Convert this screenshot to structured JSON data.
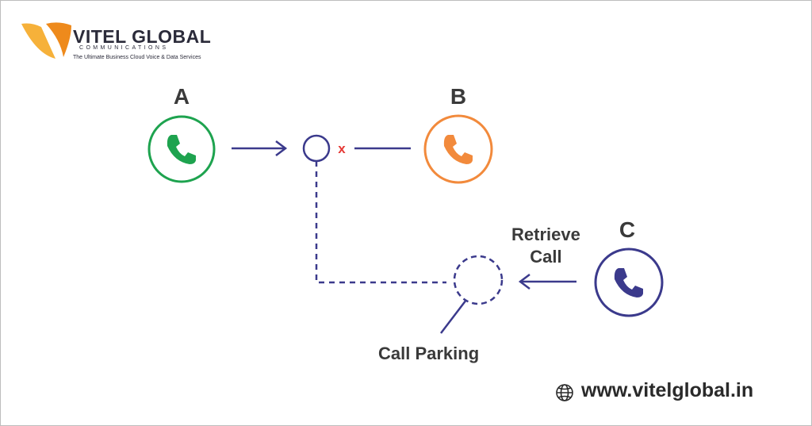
{
  "brand": {
    "name": "VITEL GLOBAL",
    "sub": "COMMUNICATIONS",
    "tagline": "The Ultimate Business Cloud Voice & Data Services",
    "logo_icon": "vitel-swoosh-logo",
    "colors": {
      "logo_orange": "#f39a1e",
      "text": "#2b2b3a"
    }
  },
  "nodes": [
    {
      "id": "A",
      "label": "A",
      "icon": "phone-icon",
      "color": "#1ea34f"
    },
    {
      "id": "B",
      "label": "B",
      "icon": "phone-icon",
      "color": "#f28a3c"
    },
    {
      "id": "C",
      "label": "C",
      "icon": "phone-icon",
      "color": "#3b3a8c"
    }
  ],
  "labels": {
    "retrieve_line1": "Retrieve",
    "retrieve_line2": "Call",
    "call_parking": "Call Parking"
  },
  "disconnect_marker": "x",
  "footer": {
    "website": "www.vitelglobal.in",
    "icon": "globe-icon"
  },
  "colors": {
    "connector": "#3b3a8c",
    "disconnect": "#e53935"
  }
}
